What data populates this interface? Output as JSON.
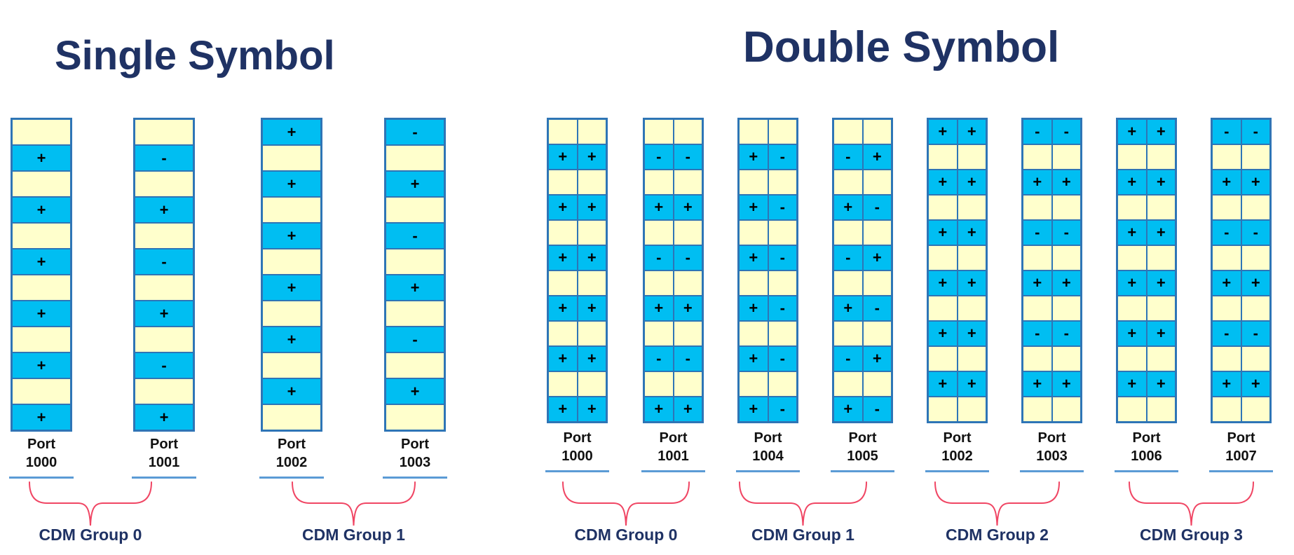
{
  "titles": {
    "single": "Single Symbol",
    "double": "Double Symbol"
  },
  "colors": {
    "heading_text": "#1F3264",
    "cell_active_fill": "#00BEF2",
    "cell_empty_fill": "#FFFFCC",
    "cell_border": "#2E75B6",
    "symbol_text": "#000000",
    "port_underline": "#5B9BD5",
    "brace": "#F04664",
    "cdm_label_text": "#1F3264",
    "background": "#FFFFFF"
  },
  "single_section": {
    "columns": [
      {
        "label": "Port",
        "number": "1000",
        "cells": [
          "",
          "+",
          "",
          "+",
          "",
          "+",
          "",
          "+",
          "",
          "+",
          "",
          "+"
        ]
      },
      {
        "label": "Port",
        "number": "1001",
        "cells": [
          "",
          "-",
          "",
          "+",
          "",
          "-",
          "",
          "+",
          "",
          "-",
          "",
          "+"
        ]
      },
      {
        "label": "Port",
        "number": "1002",
        "cells": [
          "+",
          "",
          "+",
          "",
          "+",
          "",
          "+",
          "",
          "+",
          "",
          "+",
          ""
        ]
      },
      {
        "label": "Port",
        "number": "1003",
        "cells": [
          "-",
          "",
          "+",
          "",
          "-",
          "",
          "+",
          "",
          "-",
          "",
          "+",
          ""
        ]
      }
    ],
    "groups": [
      {
        "label": "CDM Group 0"
      },
      {
        "label": "CDM Group 1"
      }
    ]
  },
  "double_section": {
    "columns": [
      {
        "label": "Port",
        "number": "1000",
        "cells": [
          [
            "",
            ""
          ],
          [
            "+",
            "+"
          ],
          [
            "",
            ""
          ],
          [
            "+",
            "+"
          ],
          [
            "",
            ""
          ],
          [
            "+",
            "+"
          ],
          [
            "",
            ""
          ],
          [
            "+",
            "+"
          ],
          [
            "",
            ""
          ],
          [
            "+",
            "+"
          ],
          [
            "",
            ""
          ],
          [
            "+",
            "+"
          ]
        ]
      },
      {
        "label": "Port",
        "number": "1001",
        "cells": [
          [
            "",
            ""
          ],
          [
            "-",
            "-"
          ],
          [
            "",
            ""
          ],
          [
            "+",
            "+"
          ],
          [
            "",
            ""
          ],
          [
            "-",
            "-"
          ],
          [
            "",
            ""
          ],
          [
            "+",
            "+"
          ],
          [
            "",
            ""
          ],
          [
            "-",
            "-"
          ],
          [
            "",
            ""
          ],
          [
            "+",
            "+"
          ]
        ]
      },
      {
        "label": "Port",
        "number": "1004",
        "cells": [
          [
            "",
            ""
          ],
          [
            "+",
            "-"
          ],
          [
            "",
            ""
          ],
          [
            "+",
            "-"
          ],
          [
            "",
            ""
          ],
          [
            "+",
            "-"
          ],
          [
            "",
            ""
          ],
          [
            "+",
            "-"
          ],
          [
            "",
            ""
          ],
          [
            "+",
            "-"
          ],
          [
            "",
            ""
          ],
          [
            "+",
            "-"
          ]
        ]
      },
      {
        "label": "Port",
        "number": "1005",
        "cells": [
          [
            "",
            ""
          ],
          [
            "-",
            "+"
          ],
          [
            "",
            ""
          ],
          [
            "+",
            "-"
          ],
          [
            "",
            ""
          ],
          [
            "-",
            "+"
          ],
          [
            "",
            ""
          ],
          [
            "+",
            "-"
          ],
          [
            "",
            ""
          ],
          [
            "-",
            "+"
          ],
          [
            "",
            ""
          ],
          [
            "+",
            "-"
          ]
        ]
      },
      {
        "label": "Port",
        "number": "1002",
        "cells": [
          [
            "+",
            "+"
          ],
          [
            "",
            ""
          ],
          [
            "+",
            "+"
          ],
          [
            "",
            ""
          ],
          [
            "+",
            "+"
          ],
          [
            "",
            ""
          ],
          [
            "+",
            "+"
          ],
          [
            "",
            ""
          ],
          [
            "+",
            "+"
          ],
          [
            "",
            ""
          ],
          [
            "+",
            "+"
          ],
          [
            "",
            ""
          ]
        ]
      },
      {
        "label": "Port",
        "number": "1003",
        "cells": [
          [
            "-",
            "-"
          ],
          [
            "",
            ""
          ],
          [
            "+",
            "+"
          ],
          [
            "",
            ""
          ],
          [
            "-",
            "-"
          ],
          [
            "",
            ""
          ],
          [
            "+",
            "+"
          ],
          [
            "",
            ""
          ],
          [
            "-",
            "-"
          ],
          [
            "",
            ""
          ],
          [
            "+",
            "+"
          ],
          [
            "",
            ""
          ]
        ]
      },
      {
        "label": "Port",
        "number": "1006",
        "cells": [
          [
            "+",
            "+"
          ],
          [
            "",
            ""
          ],
          [
            "+",
            "+"
          ],
          [
            "",
            ""
          ],
          [
            "+",
            "+"
          ],
          [
            "",
            ""
          ],
          [
            "+",
            "+"
          ],
          [
            "",
            ""
          ],
          [
            "+",
            "+"
          ],
          [
            "",
            ""
          ],
          [
            "+",
            "+"
          ],
          [
            "",
            ""
          ]
        ]
      },
      {
        "label": "Port",
        "number": "1007",
        "cells": [
          [
            "-",
            "-"
          ],
          [
            "",
            ""
          ],
          [
            "+",
            "+"
          ],
          [
            "",
            ""
          ],
          [
            "-",
            "-"
          ],
          [
            "",
            ""
          ],
          [
            "+",
            "+"
          ],
          [
            "",
            ""
          ],
          [
            "-",
            "-"
          ],
          [
            "",
            ""
          ],
          [
            "+",
            "+"
          ],
          [
            "",
            ""
          ]
        ]
      }
    ],
    "groups": [
      {
        "label": "CDM Group 0"
      },
      {
        "label": "CDM Group 1"
      },
      {
        "label": "CDM Group 2"
      },
      {
        "label": "CDM Group 3"
      }
    ]
  }
}
